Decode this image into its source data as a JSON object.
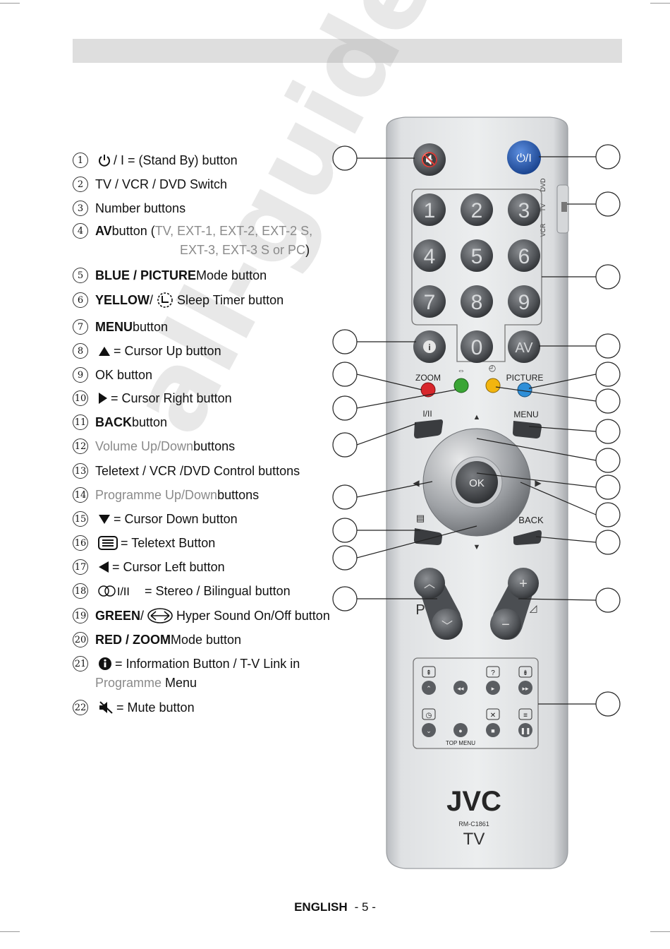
{
  "legend": [
    {
      "n": "1",
      "pre": "",
      "icon": "power-icon",
      "text": "/ I = (Stand By) button",
      "bold": "",
      "grey": ""
    },
    {
      "n": "2",
      "pre": "",
      "icon": "",
      "text": "TV / VCR / DVD Switch",
      "bold": "",
      "grey": ""
    },
    {
      "n": "3",
      "pre": "",
      "icon": "",
      "text": "Number  buttons",
      "bold": "",
      "grey": ""
    },
    {
      "n": "4",
      "bold": "AV",
      "text": " button (",
      "grey": "TV, EXT-1, EXT-2, EXT-2 S,",
      "cont_grey": "EXT-3, EXT-3 S or PC",
      "cont_end": ")"
    },
    {
      "n": "5",
      "bold": "BLUE / PICTURE",
      "text": " Mode button"
    },
    {
      "n": "6",
      "bold": "YELLOW",
      "text": "  Sleep Timer button",
      "sep": " /"
    },
    {
      "n": "7",
      "bold": "MENU",
      "text": " button"
    },
    {
      "n": "8",
      "text": " = Cursor Up button"
    },
    {
      "n": "9",
      "text": "OK button"
    },
    {
      "n": "10",
      "text": " = Cursor Right button"
    },
    {
      "n": "11",
      "bold": "BACK",
      "text": "  button"
    },
    {
      "n": "12",
      "grey": "Volume Up/Down",
      "text": " buttons"
    },
    {
      "n": "13",
      "text": "Teletext / VCR /DVD Control buttons"
    },
    {
      "n": "14",
      "grey": "Programme  Up/Down",
      "text": "  buttons"
    },
    {
      "n": "15",
      "text": " = Cursor Down button"
    },
    {
      "n": "16",
      "text": " = Teletext Button"
    },
    {
      "n": "17",
      "text": "= Cursor Left button"
    },
    {
      "n": "18",
      "text": " = Stereo / Bilingual button"
    },
    {
      "n": "19",
      "bold": "GREEN",
      "sep": " /",
      "text": " Hyper Sound On/Off button"
    },
    {
      "n": "20",
      "bold": "RED / ZOOM",
      "text": " Mode button"
    },
    {
      "n": "21",
      "text": " = Information Button / T-V Link in",
      "cont_grey": "Programme",
      "cont_end": "  Menu"
    },
    {
      "n": "22",
      "text": " = Mute button"
    }
  ],
  "remote": {
    "power_label": "⏻/I",
    "switch_labels": [
      "DVD",
      "TV",
      "VCR"
    ],
    "digits": [
      "1",
      "2",
      "3",
      "4",
      "5",
      "6",
      "7",
      "8",
      "9",
      "0"
    ],
    "av_label": "AV",
    "zoom_label": "ZOOM",
    "picture_label": "PICTURE",
    "stereo_label": "I/II",
    "menu_label": "MENU",
    "ok_label": "OK",
    "back_label": "BACK",
    "p_label": "P",
    "top_menu_label": "TOP MENU",
    "brand": "JVC",
    "model": "RM-C1861",
    "tv_label": "TV"
  },
  "watermark": "all-guides.com",
  "footer": {
    "language": "ENGLISH",
    "page": "- 5 -"
  },
  "colors": {
    "red": "#d8262c",
    "green": "#3aa535",
    "yellow": "#f2b50f",
    "blue": "#2e8fd8",
    "power": "#1f5fb8"
  }
}
